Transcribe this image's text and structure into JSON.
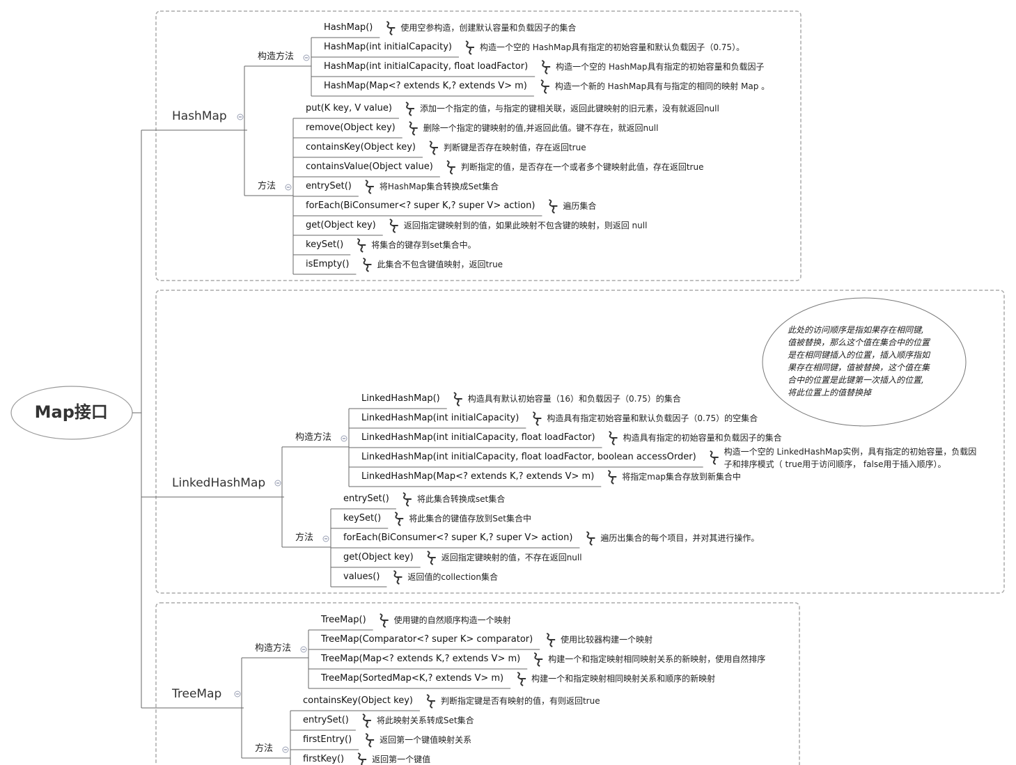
{
  "root": {
    "title": "Map接口"
  },
  "groups": [
    {
      "name": "HashMap",
      "branches": [
        {
          "name": "构造方法",
          "items": [
            {
              "sig": "HashMap()",
              "desc": "使用空参构造，创建默认容量和负载因子的集合"
            },
            {
              "sig": "HashMap(int initialCapacity)",
              "desc": "构造一个空的 HashMap具有指定的初始容量和默认负载因子（0.75）。"
            },
            {
              "sig": "HashMap(int initialCapacity, float loadFactor)",
              "desc": "构造一个空的 HashMap具有指定的初始容量和负载因子"
            },
            {
              "sig": "HashMap(Map<? extends K,? extends V> m)",
              "desc": "构造一个新的 HashMap具有与指定的相同的映射 Map 。"
            }
          ]
        },
        {
          "name": "方法",
          "items": [
            {
              "sig": "put(K key, V value)",
              "desc": "添加一个指定的值，与指定的键相关联，返回此键映射的旧元素，没有就返回null"
            },
            {
              "sig": "remove(Object key)",
              "desc": "删除一个指定的键映射的值,并返回此值。键不存在，就返回null"
            },
            {
              "sig": "containsKey(Object key)",
              "desc": "判断键是否存在映射值，存在返回true"
            },
            {
              "sig": "containsValue(Object value)",
              "desc": "判断指定的值，是否存在一个或者多个键映射此值，存在返回true"
            },
            {
              "sig": "entrySet()",
              "desc": "将HashMap集合转换成Set集合"
            },
            {
              "sig": "forEach(BiConsumer<? super K,? super V> action)",
              "desc": "遍历集合"
            },
            {
              "sig": "get(Object key)",
              "desc": "返回指定键映射到的值，如果此映射不包含键的映射，则返回 null"
            },
            {
              "sig": "keySet()",
              "desc": "将集合的键存到set集合中。"
            },
            {
              "sig": "isEmpty()",
              "desc": "此集合不包含键值映射，返回true"
            }
          ]
        }
      ]
    },
    {
      "name": "LinkedHashMap",
      "branches": [
        {
          "name": "构造方法",
          "items": [
            {
              "sig": "LinkedHashMap()",
              "desc": "构造具有默认初始容量（16）和负载因子（0.75）的集合"
            },
            {
              "sig": "LinkedHashMap(int initialCapacity)",
              "desc": "构造具有指定初始容量和默认负载因子（0.75）的空集合"
            },
            {
              "sig": "LinkedHashMap(int initialCapacity, float loadFactor)",
              "desc": "构造具有指定的初始容量和负载因子的集合"
            },
            {
              "sig": "LinkedHashMap(int initialCapacity, float loadFactor, boolean accessOrder)",
              "desc": "构造一个空的 LinkedHashMap实例，具有指定的初始容量，负载因",
              "desc2": "子和排序模式（ true用于访问顺序， false用于插入顺序）。"
            },
            {
              "sig": "LinkedHashMap(Map<? extends K,? extends V> m)",
              "desc": "将指定map集合存放到新集合中"
            }
          ]
        },
        {
          "name": "方法",
          "items": [
            {
              "sig": "entrySet()",
              "desc": "将此集合转换成set集合"
            },
            {
              "sig": "keySet()",
              "desc": "将此集合的键值存放到Set集合中"
            },
            {
              "sig": "forEach(BiConsumer<? super K,? super V> action)",
              "desc": "遍历出集合的每个项目，并对其进行操作。"
            },
            {
              "sig": "get(Object key)",
              "desc": "返回指定键映射的值，不存在返回null"
            },
            {
              "sig": "values()",
              "desc": "返回值的collection集合"
            }
          ]
        }
      ],
      "callout": [
        "此处的访问顺序是指如果存在相同键,",
        "值被替换，那么这个值在集合中的位置",
        "是在相同键插入的位置，插入顺序指如",
        "果存在相同键，值被替换，这个值在集",
        "合中的位置是此键第一次插入的位置,",
        "将此位置上的值替换掉"
      ]
    },
    {
      "name": "TreeMap",
      "branches": [
        {
          "name": "构造方法",
          "items": [
            {
              "sig": "TreeMap()",
              "desc": "使用键的自然顺序构造一个映射"
            },
            {
              "sig": "TreeMap(Comparator<? super K> comparator)",
              "desc": "使用比较器构建一个映射"
            },
            {
              "sig": "TreeMap(Map<? extends K,? extends V> m)",
              "desc": "构建一个和指定映射相同映射关系的新映射，使用自然排序"
            },
            {
              "sig": "TreeMap(SortedMap<K,? extends V> m)",
              "desc": "构建一个和指定映射相同映射关系和顺序的新映射"
            }
          ]
        },
        {
          "name": "方法",
          "items": [
            {
              "sig": "containsKey(Object key)",
              "desc": "判断指定键是否有映射的值，有则返回true"
            },
            {
              "sig": "entrySet()",
              "desc": "将此映射关系转成Set集合"
            },
            {
              "sig": "firstEntry()",
              "desc": "返回第一个键值映射关系"
            },
            {
              "sig": "firstKey()",
              "desc": "返回第一个键值"
            }
          ]
        }
      ]
    }
  ],
  "colors": {
    "line": "#666666",
    "dash": "#aaaaaa",
    "text": "#222222"
  }
}
